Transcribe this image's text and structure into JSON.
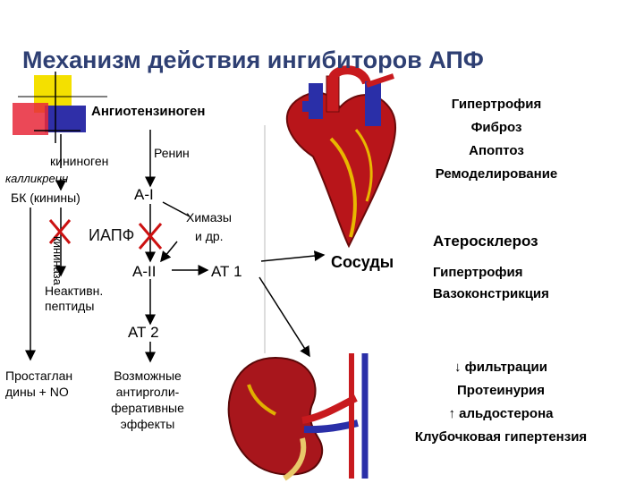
{
  "title": "Механизм действия ингибиторов АПФ",
  "nodes": {
    "angiotensinogen": "Ангиотензиноген",
    "renin": "Ренин",
    "kininogen": "кининоген",
    "kallikrein": "калликреин",
    "bk_kinins": "БК (кинины)",
    "a1": "А-I",
    "kininase": "кининаза",
    "iapf": "ИАПФ",
    "chymases_1": "Химазы",
    "chymases_2": "и др.",
    "a2": "А-II",
    "at1": "АТ 1",
    "inactive_1": "Неактивн.",
    "inactive_2": "пептиды",
    "at2": "АТ 2",
    "prostaglandins_1": "Простаглан",
    "prostaglandins_2": "дины + NO",
    "antiprolif_1": "Возможные",
    "antiprolif_2": "антиproли-",
    "antiprolif_3": "феративные",
    "antiprolif_4": "эффекты",
    "vessels": "Сосуды"
  },
  "heart_effects": [
    "Гипертрофия",
    "Фиброз",
    "Апоптоз",
    "Ремоделирование"
  ],
  "vessel_effects": [
    "Атеросклероз",
    "Гипертрофия",
    "Вазоконстрикция"
  ],
  "kidney_effects": [
    "↓ фильтрации",
    "Протеинурия",
    "↑ альдостерона",
    "Клубочковая гипертензия"
  ],
  "colors": {
    "title": "#2e3f73",
    "block_inhibit": "#cc1111",
    "deco_yellow": "#f4e000",
    "deco_blue": "#2f2fa8",
    "deco_red": "#e8283a"
  }
}
